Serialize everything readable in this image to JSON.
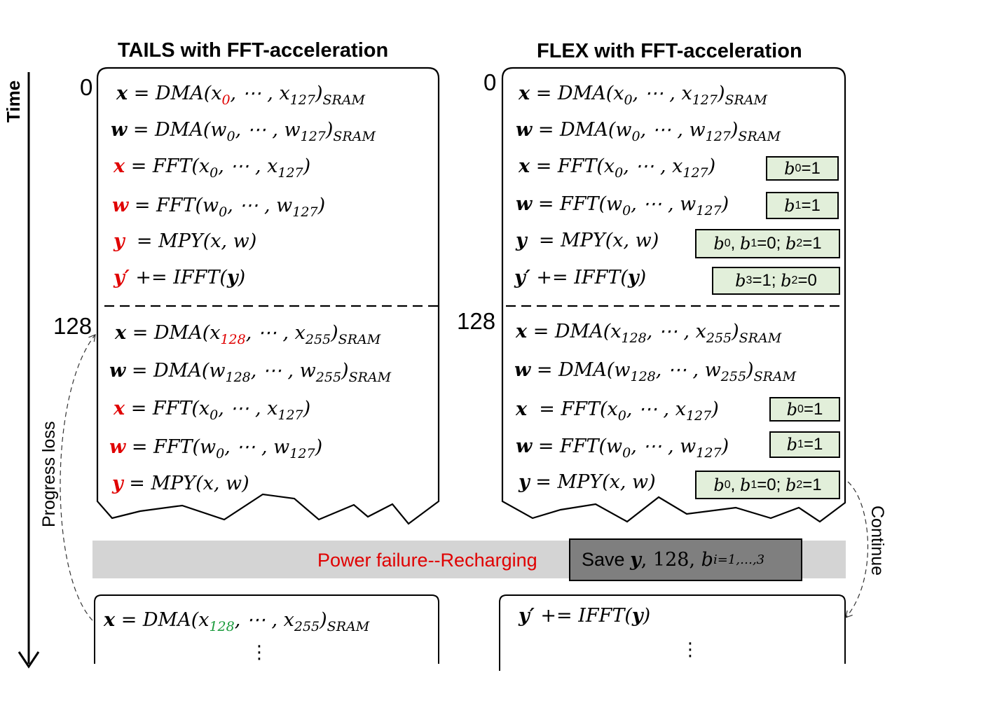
{
  "titles": {
    "left": "TAILS with FFT-acceleration",
    "right": "FLEX with FFT-acceleration"
  },
  "axis": {
    "time_label": "Time",
    "tick_0": "0",
    "tick_128": "128"
  },
  "labels": {
    "progress_loss": "Progress loss",
    "continue": "Continue",
    "power_failure": "Power failure--Recharging",
    "save_prefix": "Save",
    "save_y": "y",
    "save_mid": ", 128, ",
    "save_b": "b",
    "save_sub": "i=1,…,3"
  },
  "equations": {
    "dma_x_0_127": "x = DMA(x0, ⋯ , x127)SRAM",
    "dma_w_0_127": "w = DMA(w0, ⋯ , w127)SRAM",
    "fft_x": "x = FFT(x0, ⋯ , x127)",
    "fft_w": "w = FFT(w0, ⋯ , w127)",
    "mpy": "y = MPY(x, w)",
    "ifft": "y′ += IFFT(y)",
    "dma_x_128_255": "x = DMA(x128, ⋯ , x255)SRAM",
    "dma_w_128_255": "w = DMA(w128, ⋯ , w255)SRAM"
  },
  "flags": {
    "b0": "b0=1",
    "b1": "b1=1",
    "b01_b2": "b0, b1=0; b2=1",
    "b3_b2": "b3=1; b2=0"
  },
  "colors": {
    "highlight_red": "#e00000",
    "resume_green": "#1a9b3c",
    "flag_fill": "#e2efda",
    "power_bar": "#d4d4d4",
    "save_fill": "#7f7f7f"
  }
}
